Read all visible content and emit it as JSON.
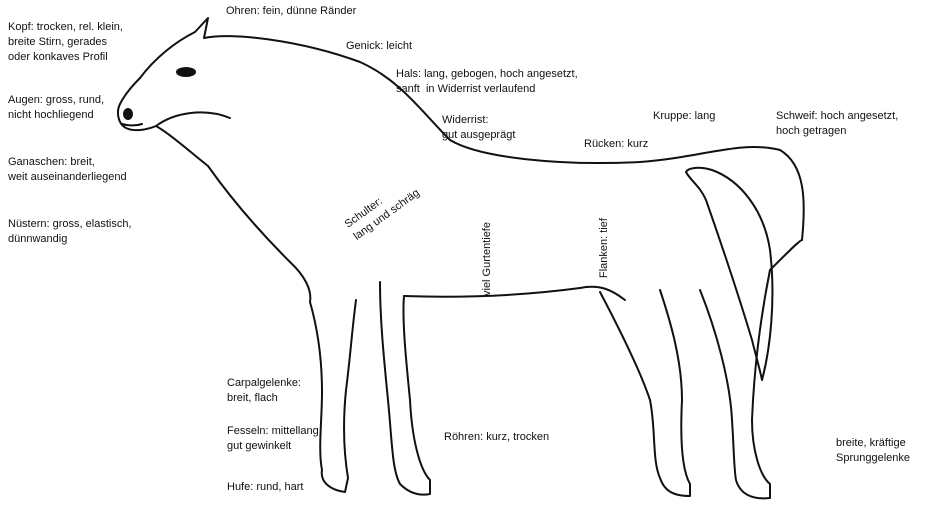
{
  "labels": {
    "ohren": "Ohren: fein, dünne Ränder",
    "kopf": "Kopf: trocken, rel. klein,\nbreite Stirn, gerades\noder konkaves Profil",
    "genick": "Genick: leicht",
    "hals": "Hals: lang, gebogen, hoch angesetzt,\nsanft  in Widerrist verlaufend",
    "augen": "Augen: gross, rund,\nnicht hochliegend",
    "widerrist": "Widerrist:\ngut ausgeprägt",
    "kruppe": "Kruppe: lang",
    "schweif": "Schweif: hoch angesetzt,\nhoch getragen",
    "ruecken": "Rücken: kurz",
    "ganaschen": "Ganaschen: breit,\nweit auseinanderliegend",
    "schulter": "Schulter:\nlang und schräg",
    "gurtentiefe": "viel Gurtentiefe",
    "flanken": "Flanken: tief",
    "nuestern": "Nüstern: gross, elastisch,\ndünnwandig",
    "carpal": "Carpalgelenke:\nbreit, flach",
    "fesseln": "Fesseln: mittellang,\ngut gewinkelt",
    "roehren": "Röhren: kurz, trocken",
    "sprung": "breite, kräftige\nSprunggelenke",
    "hufe": "Hufe: rund, hart"
  },
  "colors": {
    "ink": "#111111",
    "background": "#ffffff"
  }
}
